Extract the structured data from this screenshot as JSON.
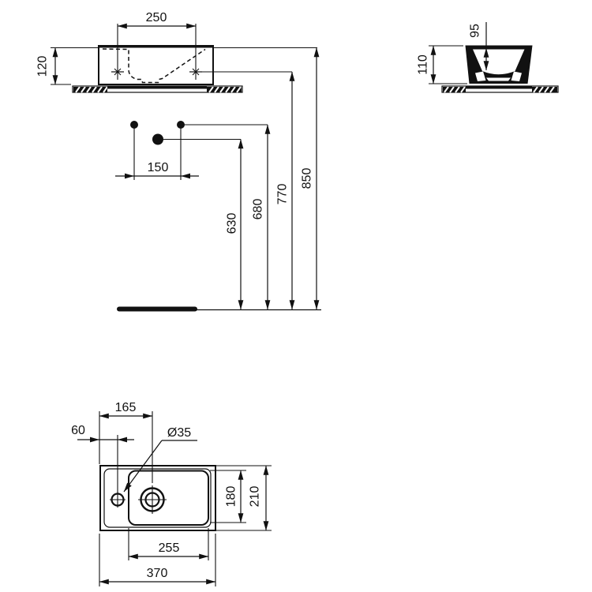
{
  "drawing_type": "washbasin-installation-technical-drawing",
  "colors": {
    "ink": "#111111",
    "paper": "#ffffff"
  },
  "dims": {
    "tap_hole_spacing": "250",
    "front_height": "120",
    "supply_spacing": "150",
    "waste_height": "630",
    "supply_height": "680",
    "fixing_height": "770",
    "rim_height": "850",
    "bowl_depth": "95",
    "total_height": "110",
    "waste_from_left": "165",
    "tap_from_left": "60",
    "tap_hole_diameter": "Ø35",
    "bowl_front_to_back": "180",
    "total_depth": "210",
    "bowl_width": "255",
    "total_width": "370"
  }
}
